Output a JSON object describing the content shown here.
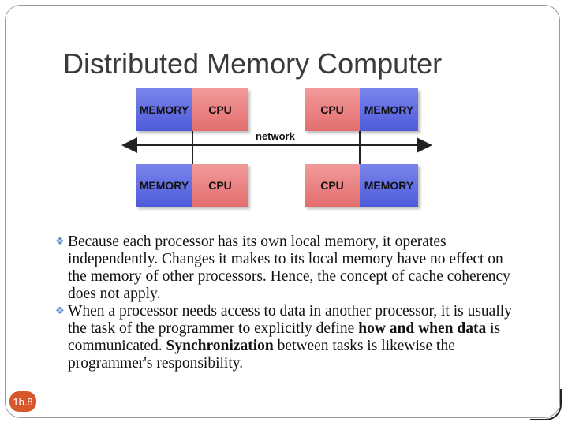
{
  "slide": {
    "title": "Distributed Memory Computer",
    "slide_number": "1b.8"
  },
  "diagram": {
    "network_label": "network",
    "nodes": [
      {
        "position": "top-left",
        "boxes": [
          "MEMORY",
          "CPU"
        ]
      },
      {
        "position": "top-right",
        "boxes": [
          "CPU",
          "MEMORY"
        ]
      },
      {
        "position": "bottom-left",
        "boxes": [
          "MEMORY",
          "CPU"
        ]
      },
      {
        "position": "bottom-right",
        "boxes": [
          "CPU",
          "MEMORY"
        ]
      }
    ],
    "colors": {
      "memory": "#5a66e0",
      "cpu": "#e87878",
      "network": "#222222"
    }
  },
  "bullets": [
    {
      "segments": [
        {
          "text": "Because each processor has its own local memory, it operates independently. Changes it makes to its local memory have no effect on the memory of other processors. Hence, the concept of cache coherency does not apply.",
          "bold": false
        }
      ]
    },
    {
      "segments": [
        {
          "text": "When a processor needs access to data in another processor, it is usually the task of the programmer to explicitly define ",
          "bold": false
        },
        {
          "text": "how and when data",
          "bold": true
        },
        {
          "text": " is communicated. ",
          "bold": false
        },
        {
          "text": "Synchronization",
          "bold": true
        },
        {
          "text": " between tasks is likewise the programmer's responsibility.",
          "bold": false
        }
      ]
    }
  ],
  "colors": {
    "accent": "#d8562c",
    "bullet_icon": "#5a8fd6",
    "title": "#3a3a3a"
  }
}
